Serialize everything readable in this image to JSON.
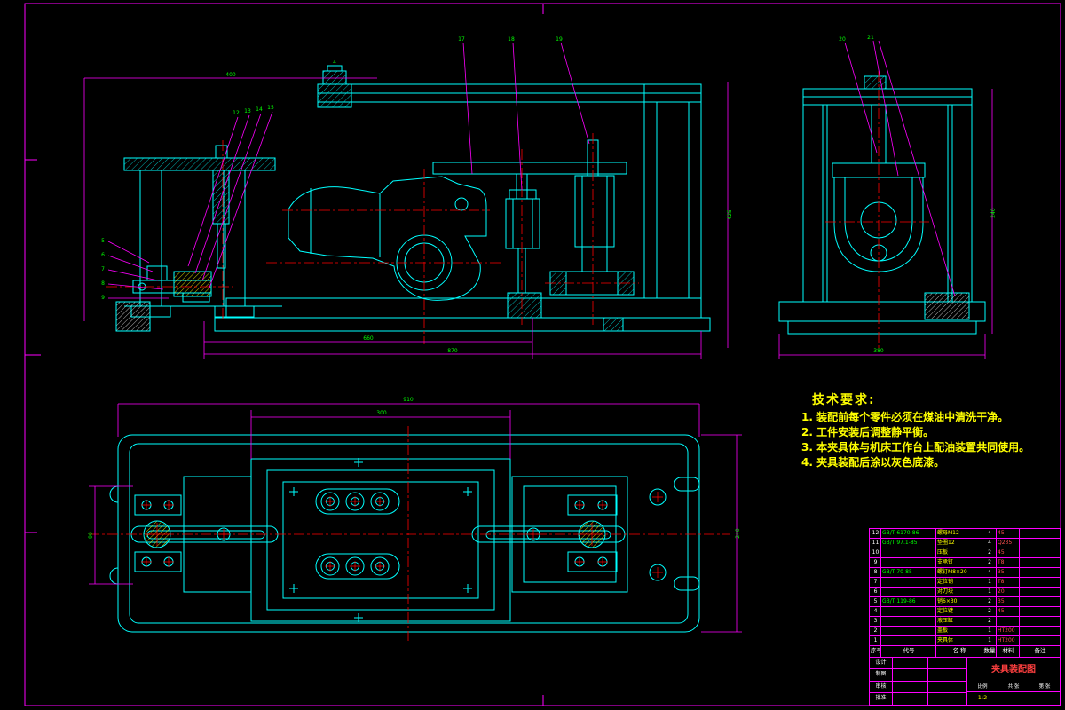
{
  "colors": {
    "background": "#000000",
    "geometry_line": "#00ffff",
    "centerline": "#ff0000",
    "dimension_line": "#ff00ff",
    "requirement_text": "#ffff00",
    "dim_text": "#00ff00"
  },
  "tech_requirements": {
    "title": "技术要求:",
    "items": [
      "1. 装配前每个零件必须在煤油中清洗干净。",
      "2. 工件安装后调整静平衡。",
      "3. 本夹具体与机床工作台上配油装置共同使用。",
      "4. 夹具装配后涂以灰色底漆。"
    ]
  },
  "annotations": {
    "front": {
      "dim_top": "400",
      "dim_bottom1": "660",
      "dim_bottom2": "870",
      "dim_right": "425",
      "fan": [
        "12",
        "13",
        "14",
        "15"
      ],
      "left": [
        "5",
        "6",
        "7",
        "8",
        "9"
      ],
      "top": [
        "17",
        "18",
        "19"
      ],
      "stud": "4"
    },
    "side": {
      "dim_bottom": "380",
      "dim_right": "240",
      "balloons": [
        "20",
        "21"
      ]
    },
    "top": {
      "dim_top": "910",
      "dim_inner": "300",
      "dim_left": "90",
      "dim_right": "240"
    }
  },
  "parts_list": {
    "headers": [
      "序号",
      "代号",
      "名 称",
      "数量",
      "材料",
      "备注"
    ],
    "rows": [
      {
        "no": "12",
        "code": "GB/T 6170-86",
        "name": "螺母M12",
        "qty": "4",
        "mat": "45",
        "note": ""
      },
      {
        "no": "11",
        "code": "GB/T 97.1-85",
        "name": "垫圈12",
        "qty": "4",
        "mat": "Q235",
        "note": ""
      },
      {
        "no": "10",
        "code": "",
        "name": "压板",
        "qty": "2",
        "mat": "45",
        "note": ""
      },
      {
        "no": "9",
        "code": "",
        "name": "支承钉",
        "qty": "2",
        "mat": "T8",
        "note": ""
      },
      {
        "no": "8",
        "code": "GB/T 70-85",
        "name": "螺钉M8×20",
        "qty": "4",
        "mat": "35",
        "note": ""
      },
      {
        "no": "7",
        "code": "",
        "name": "定位销",
        "qty": "1",
        "mat": "T8",
        "note": ""
      },
      {
        "no": "6",
        "code": "",
        "name": "对刀块",
        "qty": "1",
        "mat": "20",
        "note": ""
      },
      {
        "no": "5",
        "code": "GB/T 119-86",
        "name": "销6×30",
        "qty": "2",
        "mat": "35",
        "note": ""
      },
      {
        "no": "4",
        "code": "",
        "name": "定位键",
        "qty": "2",
        "mat": "45",
        "note": ""
      },
      {
        "no": "3",
        "code": "",
        "name": "液压缸",
        "qty": "2",
        "mat": "",
        "note": ""
      },
      {
        "no": "2",
        "code": "",
        "name": "盖板",
        "qty": "1",
        "mat": "HT200",
        "note": ""
      },
      {
        "no": "1",
        "code": "",
        "name": "夹具体",
        "qty": "1",
        "mat": "HT200",
        "note": ""
      }
    ]
  },
  "title_block": {
    "drawing_name": "夹具装配图",
    "sign_rows": [
      "设计",
      "制图",
      "审核",
      "批准"
    ],
    "cells": [
      {
        "label": "比例",
        "value": "1:2"
      },
      {
        "label": "共 张",
        "value": ""
      },
      {
        "label": "第 张",
        "value": ""
      }
    ]
  }
}
